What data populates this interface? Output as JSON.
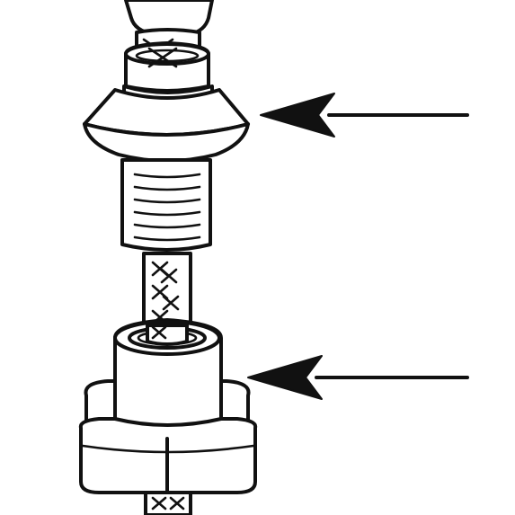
{
  "diagram": {
    "kind": "line illustration",
    "background": "#ffffff",
    "ink": "#111111",
    "callouts": [
      {
        "target": "conical-cap",
        "pointer": "left-arrow"
      },
      {
        "target": "base-nut",
        "pointer": "left-arrow"
      }
    ]
  }
}
